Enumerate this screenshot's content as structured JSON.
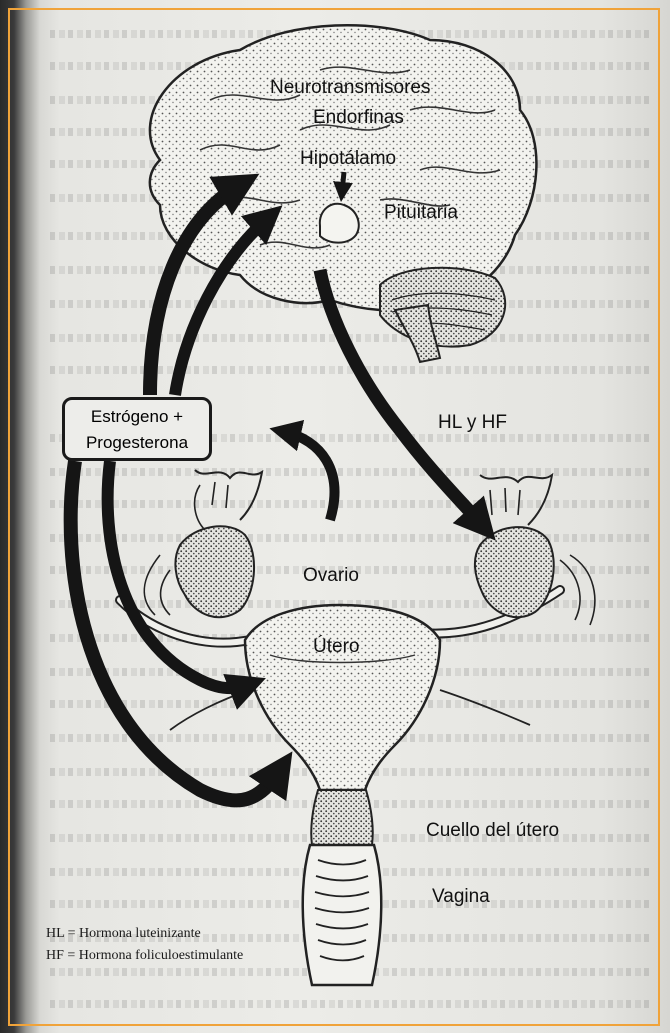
{
  "labels": {
    "neurotransmitters": "Neurotransmisores",
    "endorphins": "Endorfinas",
    "hypothalamus": "Hipotálamo",
    "pituitary": "Pituitaria",
    "hormone_box_line1": "Estrógeno +",
    "hormone_box_line2": "Progesterona",
    "lh_fsh": "HL y HF",
    "ovary": "Ovario",
    "uterus": "Útero",
    "cervix": "Cuello del útero",
    "vagina": "Vagina"
  },
  "legend": [
    {
      "abbr": "HL",
      "text": "= Hormona luteinizante"
    },
    {
      "abbr": "HF",
      "text": "= Hormona foliculoestimulante"
    }
  ],
  "colors": {
    "border": "#f0a33a",
    "ink": "#1a1a1a"
  }
}
